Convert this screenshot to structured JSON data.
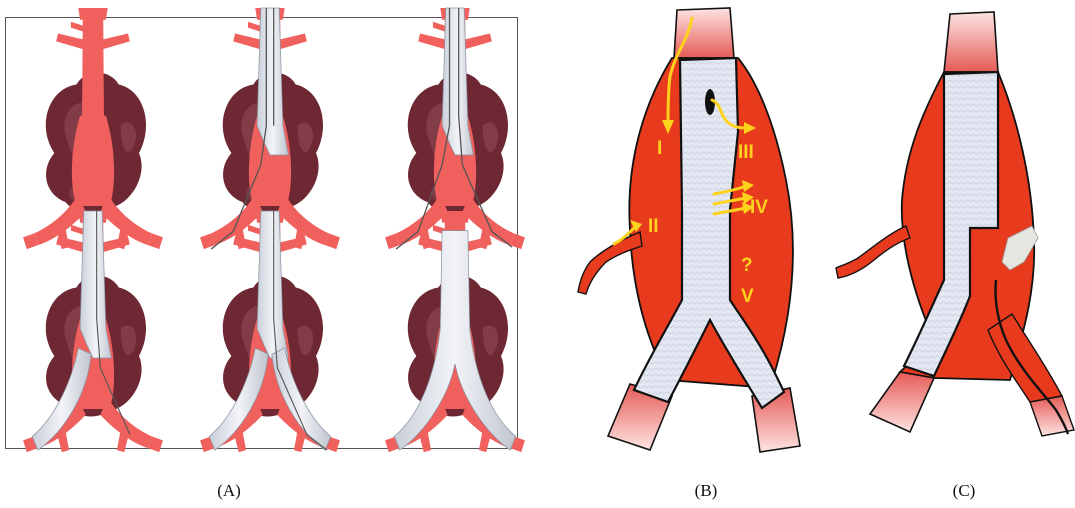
{
  "panels": [
    {
      "caption": "(A)"
    },
    {
      "caption": "(B)"
    },
    {
      "caption": "(C)"
    }
  ],
  "endoleak_labels": [
    "I",
    "II",
    "III",
    "IV",
    "?",
    "V"
  ],
  "colors": {
    "vessel_red": "#f0605c",
    "aneurysm_dark": "#6d2833",
    "graft_white": "#d9dde6",
    "sac_orange": "#e83b1e",
    "arrow_yellow": "#ffd21c",
    "outline": "#111111"
  }
}
